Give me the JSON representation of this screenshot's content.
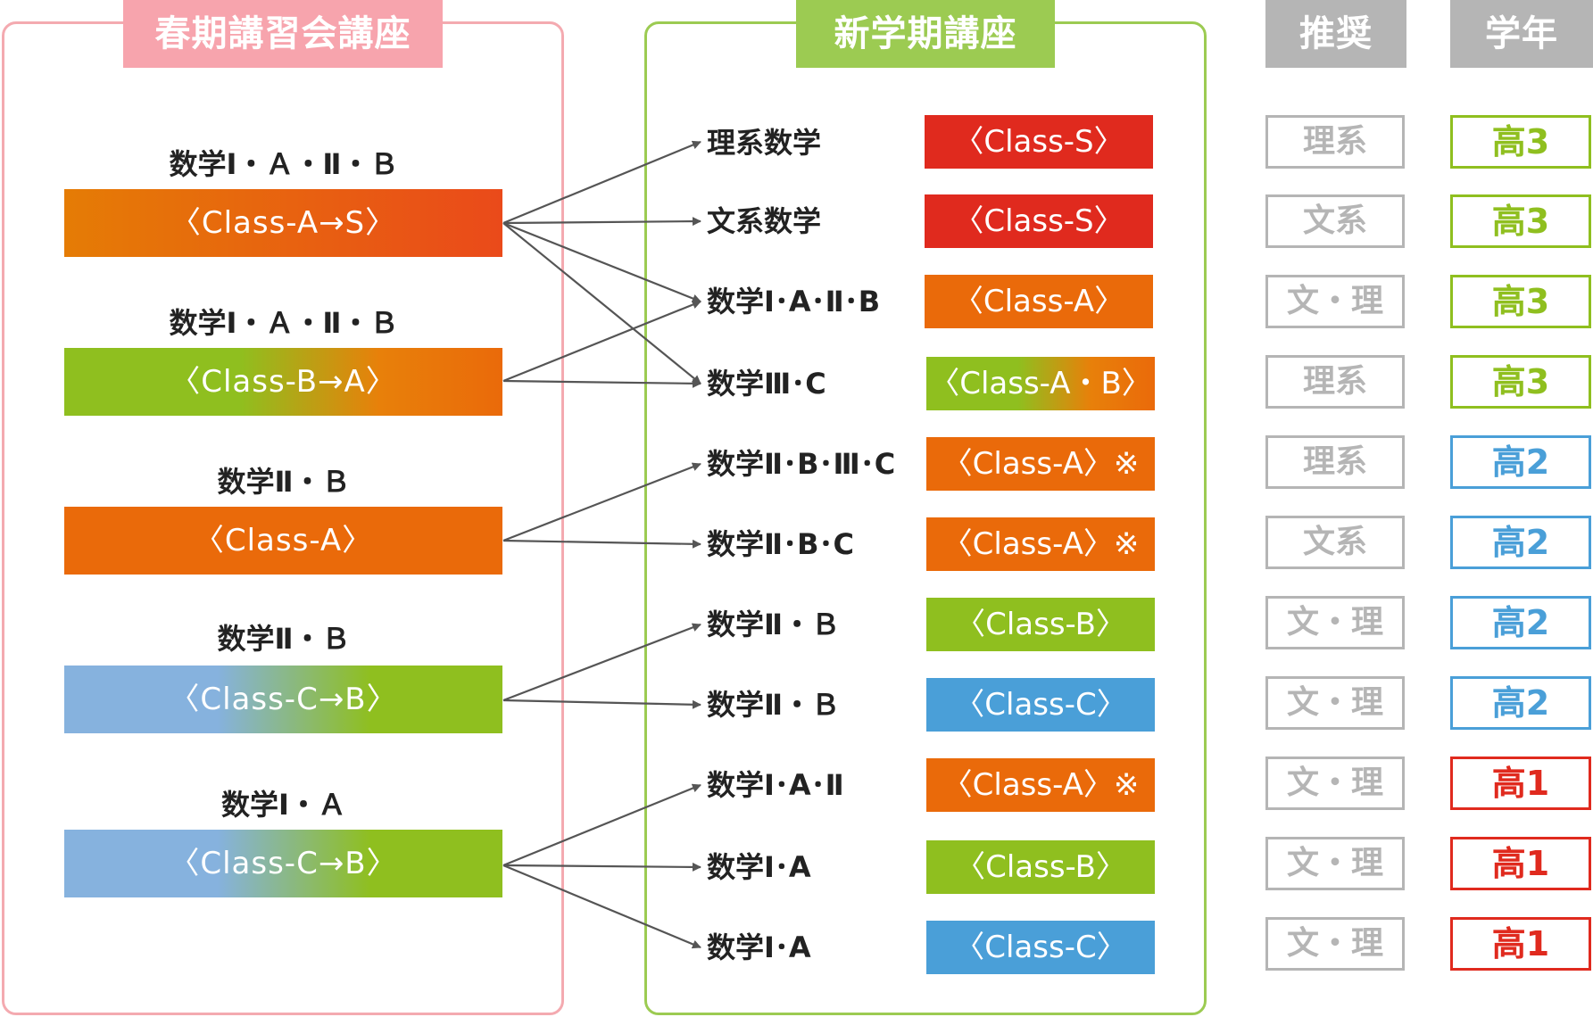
{
  "headers": {
    "spring": "春期講習会講座",
    "new_term": "新学期講座",
    "recommended": "推奨",
    "grade": "学年"
  },
  "spring_courses": [
    {
      "subject": "数学Ⅰ・Ａ・Ⅱ・Ｂ",
      "class": "〈Class-A→S〉"
    },
    {
      "subject": "数学Ⅰ・Ａ・Ⅱ・Ｂ",
      "class": "〈Class-B→A〉"
    },
    {
      "subject": "数学Ⅱ・Ｂ",
      "class": "〈Class-A〉"
    },
    {
      "subject": "数学Ⅱ・Ｂ",
      "class": "〈Class-C→B〉"
    },
    {
      "subject": "数学Ⅰ・Ａ",
      "class": "〈Class-C→B〉"
    }
  ],
  "new_courses": [
    {
      "subject": "理系数学",
      "class": "〈Class-S〉",
      "recommended": "理系",
      "grade": "高3"
    },
    {
      "subject": "文系数学",
      "class": "〈Class-S〉",
      "recommended": "文系",
      "grade": "高3"
    },
    {
      "subject": "数学Ⅰ･A･Ⅱ･B",
      "class": "〈Class-A〉",
      "recommended": "文・理",
      "grade": "高3"
    },
    {
      "subject": "数学Ⅲ･C",
      "class": "〈Class-A・B〉",
      "recommended": "理系",
      "grade": "高3"
    },
    {
      "subject": "数学Ⅱ･B･Ⅲ･C",
      "class": "〈Class-A〉※",
      "recommended": "理系",
      "grade": "高2"
    },
    {
      "subject": "数学Ⅱ･B･C",
      "class": "〈Class-A〉※",
      "recommended": "文系",
      "grade": "高2"
    },
    {
      "subject": "数学Ⅱ・Ｂ",
      "class": "〈Class-B〉",
      "recommended": "文・理",
      "grade": "高2"
    },
    {
      "subject": "数学Ⅱ・Ｂ",
      "class": "〈Class-C〉",
      "recommended": "文・理",
      "grade": "高2"
    },
    {
      "subject": "数学Ⅰ･A･Ⅱ",
      "class": "〈Class-A〉※",
      "recommended": "文・理",
      "grade": "高1"
    },
    {
      "subject": "数学Ⅰ･A",
      "class": "〈Class-B〉",
      "recommended": "文・理",
      "grade": "高1"
    },
    {
      "subject": "数学Ⅰ･A",
      "class": "〈Class-C〉",
      "recommended": "文・理",
      "grade": "高1"
    }
  ],
  "connections": [
    [
      0,
      0
    ],
    [
      0,
      1
    ],
    [
      0,
      2
    ],
    [
      0,
      3
    ],
    [
      1,
      2
    ],
    [
      1,
      3
    ],
    [
      2,
      4
    ],
    [
      2,
      5
    ],
    [
      3,
      6
    ],
    [
      3,
      7
    ],
    [
      4,
      8
    ],
    [
      4,
      9
    ],
    [
      4,
      10
    ]
  ],
  "colors": {
    "red": "#e02a1e",
    "orange": "#ea6a0a",
    "green": "#8fbf1f",
    "blue": "#4a9fd8",
    "light_blue": "#86b2de",
    "gray": "#b5b5b5",
    "arrow": "#555555"
  }
}
